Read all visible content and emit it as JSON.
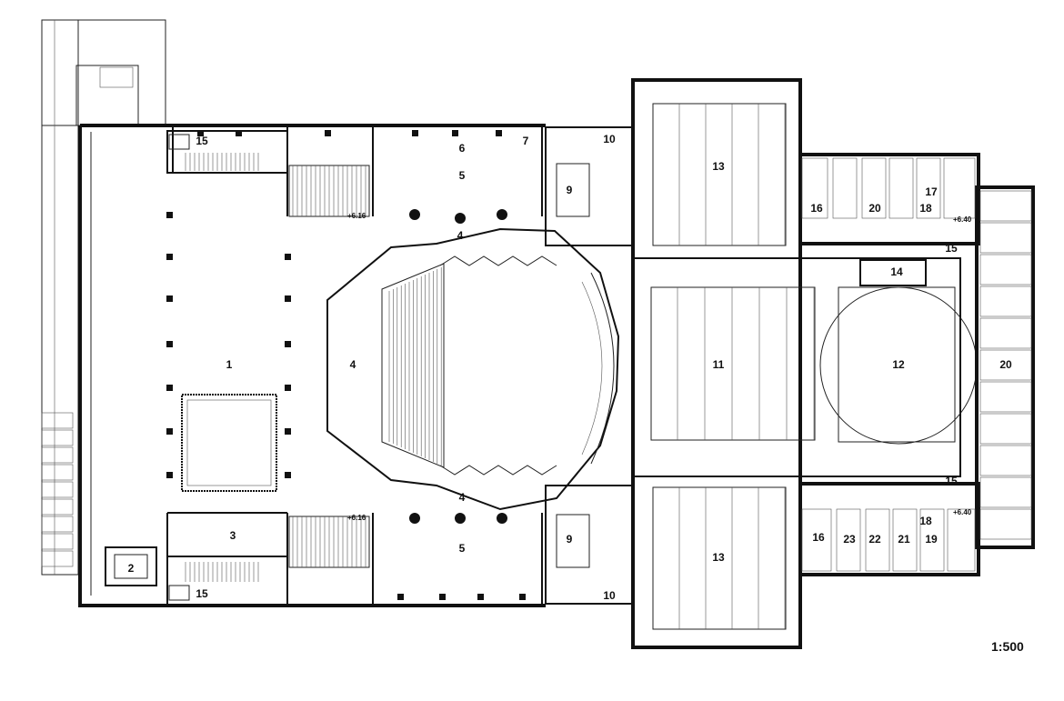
{
  "plan": {
    "scale": "1:500",
    "levels": {
      "upper_left": "+6.16",
      "lower_left": "+6.16",
      "upper_right": "+6.40",
      "lower_right": "+6.40"
    },
    "labels": {
      "r1": "1",
      "r2": "2",
      "r3": "3",
      "r4a": "4",
      "r4b": "4",
      "r4c": "4",
      "r5a": "5",
      "r5b": "5",
      "r6": "6",
      "r7": "7",
      "r9a": "9",
      "r9b": "9",
      "r10a": "10",
      "r10b": "10",
      "r11": "11",
      "r12": "12",
      "r13a": "13",
      "r13b": "13",
      "r14": "14",
      "r15a": "15",
      "r15b": "15",
      "r15c": "15",
      "r15d": "15",
      "r16a": "16",
      "r16b": "16",
      "r17": "17",
      "r18a": "18",
      "r18b": "18",
      "r19": "19",
      "r20a": "20",
      "r20b": "20",
      "r21": "21",
      "r22": "22",
      "r23": "23"
    }
  }
}
